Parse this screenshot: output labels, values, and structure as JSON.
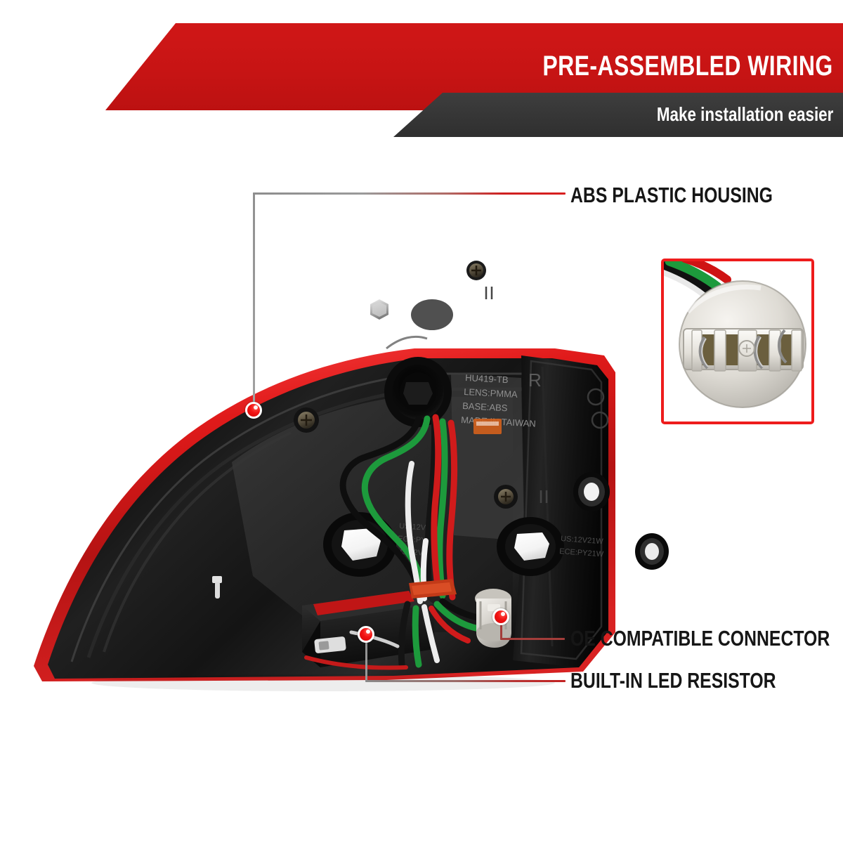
{
  "header": {
    "title": "PRE-ASSEMBLED WIRING",
    "subtitle": "Make installation easier",
    "red_color": "#c71414",
    "dark_color": "#373737"
  },
  "callouts": [
    {
      "id": "abs-plastic-housing",
      "label": "ABS PLASTIC HOUSING",
      "marker_color": "#f31414",
      "leader": "from label left edge horizontally to x=360, then down to marker at (361,584)"
    },
    {
      "id": "oe-compatible-connector",
      "label": "OE COMPATIBLE CONNECTOR",
      "marker_color": "#f31414",
      "leader": "from label left edge horizontally to x=712, then up to marker at (713,878)"
    },
    {
      "id": "built-in-led-resistor",
      "label": "BUILT-IN LED RESISTOR",
      "marker_color": "#f31414",
      "leader": "from label left edge horizontally to x=520, then up to marker at (521,903)"
    }
  ],
  "product": {
    "name": "led-tail-light-housing-rear-view",
    "description": "Rear view of an LED tail light assembly showing black ABS plastic housing, red lens edge strip, bulb socket openings, pre-assembled wiring harness and built-in LED resistor module.",
    "molded_text": [
      "HU419-TB",
      "LENS:PMMA",
      "BASE:ABS",
      "MADE IN TAIWAN",
      "R",
      "US:12V21W",
      "ECE:PY21W",
      "US:12V21W",
      "ECE:PY21W"
    ],
    "wire_colors": [
      "#1d9a3c",
      "#d01b1b",
      "#f0f0f0",
      "#151515"
    ],
    "housing_color": "#121212",
    "lens_color": "#d51d1d"
  },
  "inset": {
    "name": "oe-connector-closeup",
    "border_color": "#ee1c1c",
    "description": "Close-up photo of the grey OE-compatible round bulb socket connector with metal blade contacts and black, green and red lead wires."
  }
}
